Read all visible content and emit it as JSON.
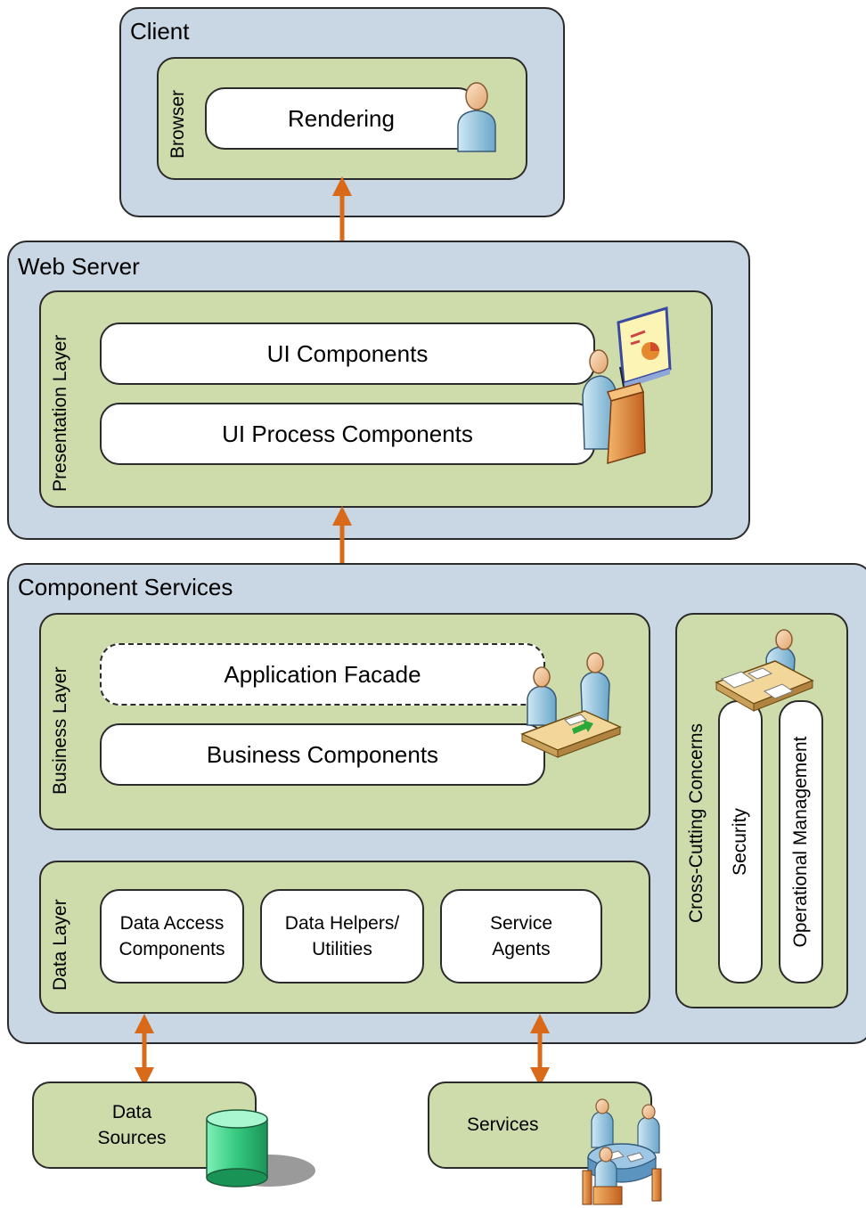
{
  "client": {
    "title": "Client",
    "browser_label": "Browser",
    "rendering_label": "Rendering"
  },
  "web_server": {
    "title": "Web Server",
    "presentation_label": "Presentation Layer",
    "ui_components": "UI Components",
    "ui_process_components": "UI Process Components"
  },
  "component_services": {
    "title": "Component Services",
    "business_label": "Business Layer",
    "application_facade": "Application Facade",
    "business_components": "Business Components",
    "data_label": "Data Layer",
    "data_access": "Data Access\nComponents",
    "data_helpers": "Data Helpers/\nUtilities",
    "service_agents": "Service\nAgents",
    "crosscutting_label": "Cross-Cutting Concerns",
    "security": "Security",
    "operational_management": "Operational Management"
  },
  "externals": {
    "data_sources": "Data\nSources",
    "services": "Services"
  },
  "colors": {
    "tier_fill": "#c9d6e4",
    "layer_fill": "#cedcab",
    "component_fill": "#ffffff",
    "arrow": "#d86a1a",
    "database": "#2fc07a"
  },
  "icons": {
    "client": "user-icon",
    "presentation": "presenter-icon",
    "business": "meeting-icon",
    "crosscutting": "desk-worker-icon",
    "data_sources": "database-icon",
    "services": "round-table-icon"
  }
}
